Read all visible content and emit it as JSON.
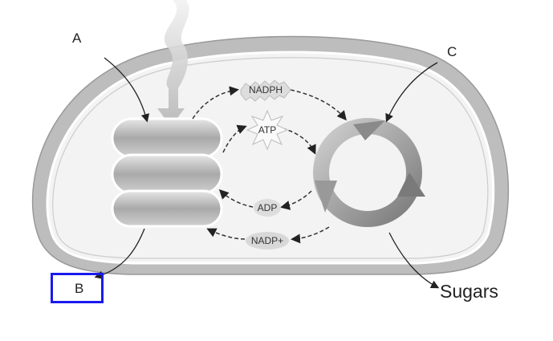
{
  "labels": {
    "a": "A",
    "b": "B",
    "c": "C",
    "sugars": "Sugars"
  },
  "molecules": {
    "nadph": "NADPH",
    "atp": "ATP",
    "adp": "ADP",
    "nadp": "NADP+"
  },
  "colors": {
    "highlight_box": "#1a1aee",
    "membrane": "#bdbdbd",
    "stroma": "#f3f3f3"
  }
}
